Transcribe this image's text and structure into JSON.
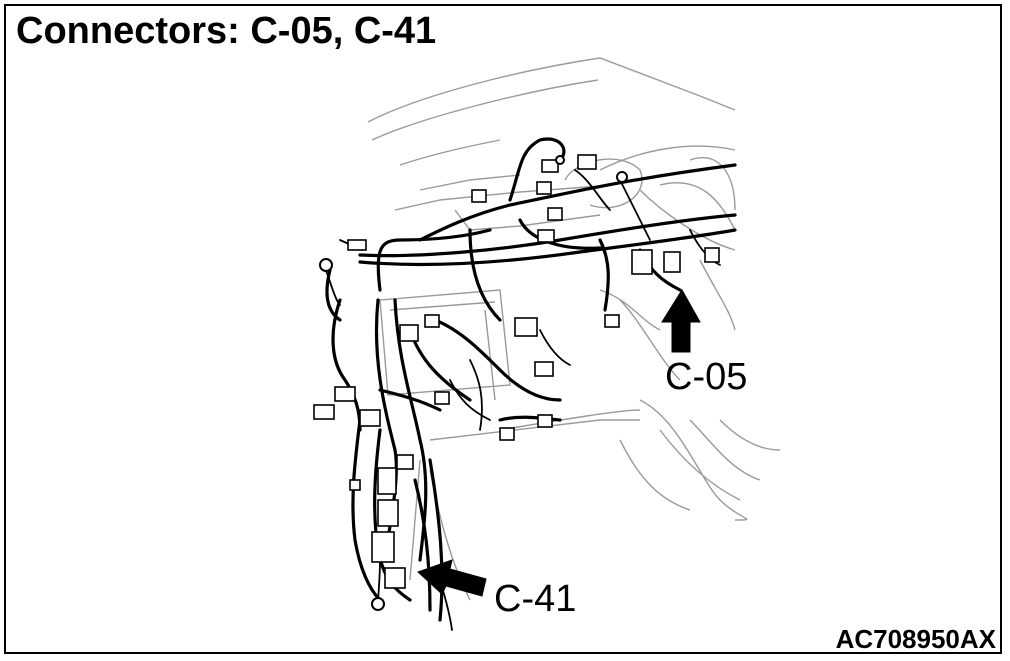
{
  "title": "Connectors: C-05, C-41",
  "figure_id": "AC708950AX",
  "callouts": {
    "c05": "C-05",
    "c41": "C-41"
  },
  "colors": {
    "ink": "#000000",
    "light_line": "#9a9a9a",
    "background": "#ffffff"
  }
}
